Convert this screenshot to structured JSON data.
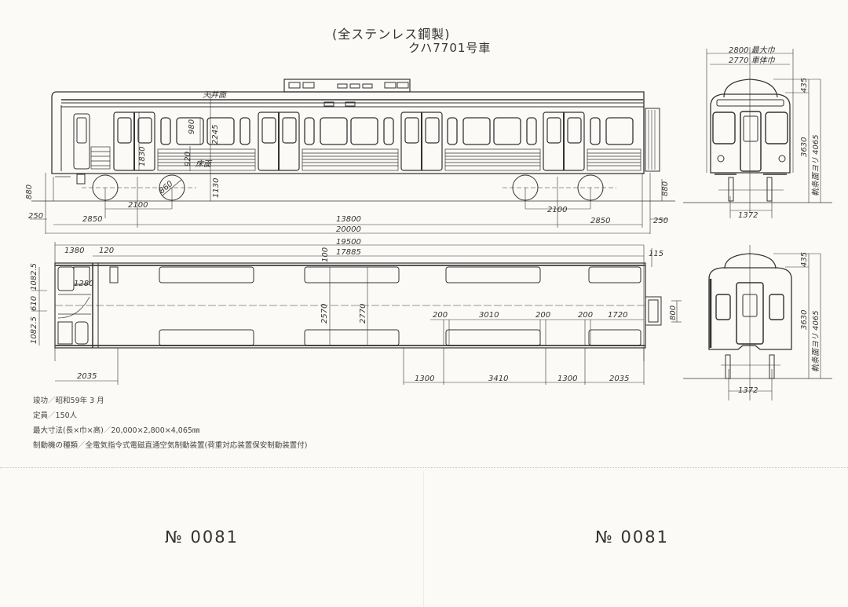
{
  "header": {
    "title": "(全ステンレス鋼製)",
    "car_number": "クハ7701号車"
  },
  "side_view": {
    "dims": {
      "roof": "天井面",
      "window_h": "980",
      "ceiling_h": "2245",
      "door_h": "1830",
      "sill": "920",
      "floor": "床面",
      "floor_h": "1130",
      "wheel": "860",
      "coupler_left": "880",
      "coupler_right": "880",
      "truck_wb_left": "2100",
      "truck_wb_right": "2100",
      "end_left": "250",
      "end_right": "250",
      "truck_off_left": "2850",
      "truck_off_right": "2850",
      "truck_centers": "13800",
      "overall_length": "20000"
    }
  },
  "plan_view": {
    "dims": {
      "body_length": "19500",
      "interior_length": "17885",
      "cab_length": "1380",
      "cab_wall": "120",
      "right_end": "115",
      "cab_seat": "1280",
      "width_upper": "1082.5",
      "width_mid": "610",
      "width_lower": "1082.5",
      "cab_total": "2035",
      "wall_thick": "100",
      "inner_width": "2570",
      "outer_width": "2770",
      "gap1": "200",
      "seat_long": "3010",
      "gap2": "200",
      "gap3": "200",
      "seat_short": "1720",
      "door1": "1300",
      "span": "3410",
      "door2": "1300",
      "end_span": "2035",
      "gangway": "800"
    }
  },
  "front_view": {
    "max_width": "2800 最大巾",
    "body_width": "2770 車体巾",
    "roof_h": "435",
    "body_h": "3630",
    "total_h": "軌条面ヨリ 4065",
    "gauge": "1372"
  },
  "rear_view": {
    "roof_h": "435",
    "body_h": "3630",
    "total_h": "軌条面ヨリ 4065",
    "gauge": "1372"
  },
  "specs": [
    {
      "label": "竣功",
      "value": "昭和59年 3 月"
    },
    {
      "label": "定員",
      "value": "150人"
    },
    {
      "label": "最大寸法(長×巾×高)",
      "value": "20,000×2,800×4,065㎜"
    },
    {
      "label": "制動機の種類",
      "value": "全電気指令式電磁直通空気制動装置(荷重対応装置保安制動装置付)"
    }
  ],
  "spec_sep": "／",
  "stubs": {
    "left_serial": "№ 0081",
    "right_serial": "№ 0081"
  }
}
